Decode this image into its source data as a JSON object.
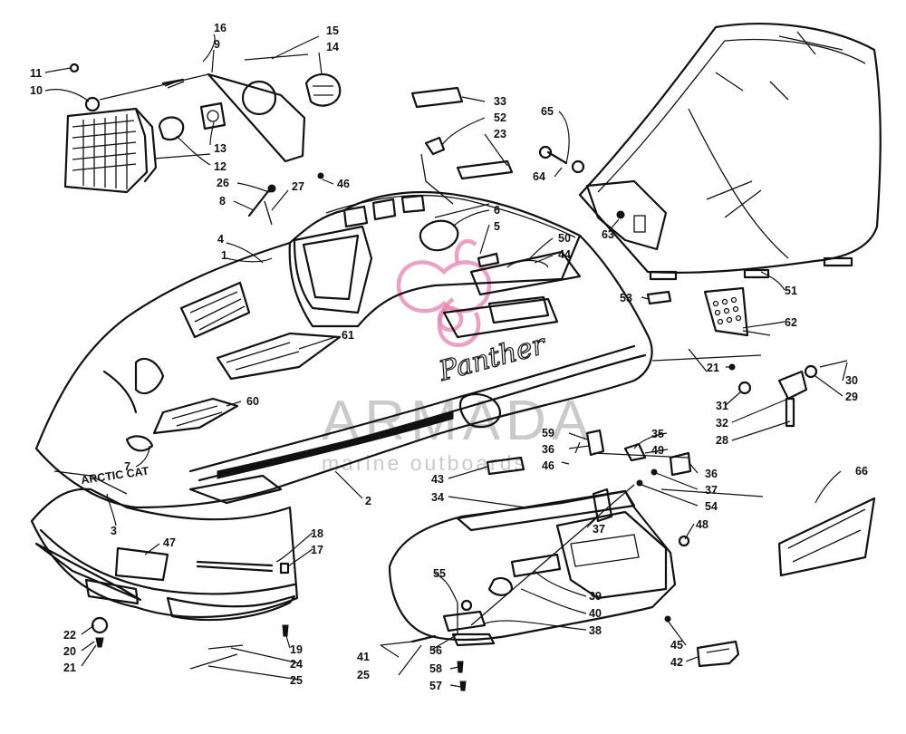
{
  "watermark": {
    "brand": "ARMADA",
    "tagline": "marine outboards",
    "logo_color": "#e98ab3",
    "text_color": "#b9b9b9"
  },
  "hood_badge": "ARCTIC CAT",
  "callouts": [
    {
      "id": "c1",
      "text": "1"
    },
    {
      "id": "c2",
      "text": "2"
    },
    {
      "id": "c3",
      "text": "3"
    },
    {
      "id": "c4",
      "text": "4"
    },
    {
      "id": "c5",
      "text": "5"
    },
    {
      "id": "c6",
      "text": "6"
    },
    {
      "id": "c7",
      "text": "7"
    },
    {
      "id": "c8",
      "text": "8"
    },
    {
      "id": "c9",
      "text": "9"
    },
    {
      "id": "c10",
      "text": "10"
    },
    {
      "id": "c11",
      "text": "11"
    },
    {
      "id": "c12",
      "text": "12"
    },
    {
      "id": "c13",
      "text": "13"
    },
    {
      "id": "c14",
      "text": "14"
    },
    {
      "id": "c15",
      "text": "15"
    },
    {
      "id": "c16",
      "text": "16"
    },
    {
      "id": "c17",
      "text": "17"
    },
    {
      "id": "c18",
      "text": "18"
    },
    {
      "id": "c19",
      "text": "19"
    },
    {
      "id": "c20",
      "text": "20"
    },
    {
      "id": "c21a",
      "text": "21"
    },
    {
      "id": "c21b",
      "text": "21"
    },
    {
      "id": "c22",
      "text": "22"
    },
    {
      "id": "c23",
      "text": "23"
    },
    {
      "id": "c24",
      "text": "24"
    },
    {
      "id": "c25a",
      "text": "25"
    },
    {
      "id": "c25b",
      "text": "25"
    },
    {
      "id": "c26",
      "text": "26"
    },
    {
      "id": "c27",
      "text": "27"
    },
    {
      "id": "c28",
      "text": "28"
    },
    {
      "id": "c29",
      "text": "29"
    },
    {
      "id": "c30",
      "text": "30"
    },
    {
      "id": "c31",
      "text": "31"
    },
    {
      "id": "c32",
      "text": "32"
    },
    {
      "id": "c33",
      "text": "33"
    },
    {
      "id": "c34",
      "text": "34"
    },
    {
      "id": "c35",
      "text": "35"
    },
    {
      "id": "c36a",
      "text": "36"
    },
    {
      "id": "c36b",
      "text": "36"
    },
    {
      "id": "c37a",
      "text": "37"
    },
    {
      "id": "c37b",
      "text": "37"
    },
    {
      "id": "c38",
      "text": "38"
    },
    {
      "id": "c39",
      "text": "39"
    },
    {
      "id": "c40",
      "text": "40"
    },
    {
      "id": "c41",
      "text": "41"
    },
    {
      "id": "c42",
      "text": "42"
    },
    {
      "id": "c43",
      "text": "43"
    },
    {
      "id": "c44",
      "text": "44"
    },
    {
      "id": "c45",
      "text": "45"
    },
    {
      "id": "c46a",
      "text": "46"
    },
    {
      "id": "c46b",
      "text": "46"
    },
    {
      "id": "c47",
      "text": "47"
    },
    {
      "id": "c48",
      "text": "48"
    },
    {
      "id": "c49",
      "text": "49"
    },
    {
      "id": "c50",
      "text": "50"
    },
    {
      "id": "c51",
      "text": "51"
    },
    {
      "id": "c52",
      "text": "52"
    },
    {
      "id": "c53",
      "text": "53"
    },
    {
      "id": "c54",
      "text": "54"
    },
    {
      "id": "c55",
      "text": "55"
    },
    {
      "id": "c56",
      "text": "56"
    },
    {
      "id": "c57",
      "text": "57"
    },
    {
      "id": "c58",
      "text": "58"
    },
    {
      "id": "c59",
      "text": "59"
    },
    {
      "id": "c60",
      "text": "60"
    },
    {
      "id": "c61",
      "text": "61"
    },
    {
      "id": "c62",
      "text": "62"
    },
    {
      "id": "c63",
      "text": "63"
    },
    {
      "id": "c64",
      "text": "64"
    },
    {
      "id": "c65",
      "text": "65"
    },
    {
      "id": "c66",
      "text": "66"
    }
  ]
}
